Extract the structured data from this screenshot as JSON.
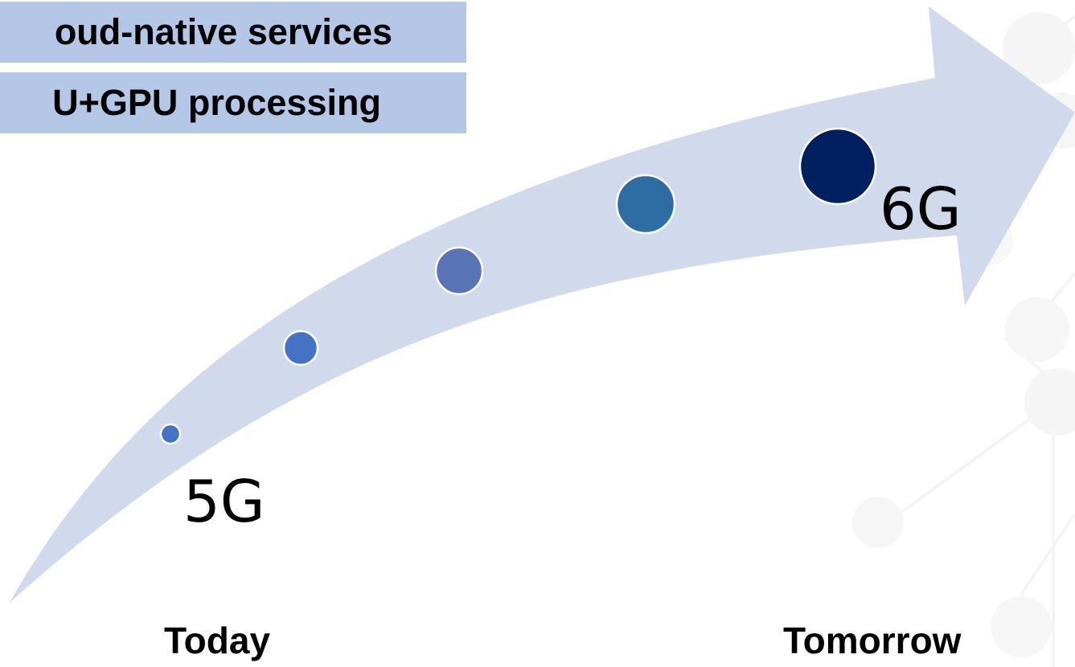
{
  "boxes": {
    "cloud_native": "oud-native services",
    "cpu_gpu": "U+GPU processing"
  },
  "generations": {
    "start": "5G",
    "end": "6G"
  },
  "timeline": {
    "start": "Today",
    "end": "Tomorrow"
  },
  "colors": {
    "arrow": "#d1d9ec",
    "box": "#b4c7e7",
    "milestones": [
      "#4472c4",
      "#4472c4",
      "#5874b6",
      "#2e6da4",
      "#002060"
    ]
  }
}
